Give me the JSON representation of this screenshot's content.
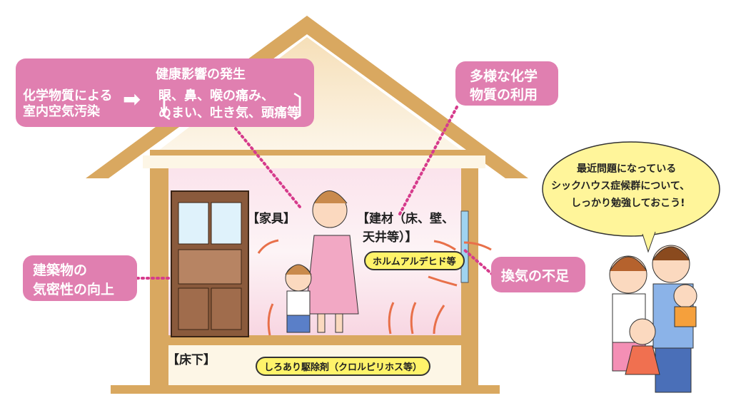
{
  "callouts": {
    "health": {
      "cause_line1": "化学物質による",
      "cause_line2": "室内空気汚染",
      "title": "健康影響の発生",
      "symptoms_line1": "眼、鼻、喉の痛み、",
      "symptoms_line2": "めまい、吐き気、頭痛等"
    },
    "chemicals": {
      "line1": "多様な化学",
      "line2": "物質の利用"
    },
    "airtight": {
      "line1": "建築物の",
      "line2": "気密性の向上"
    },
    "ventilation": {
      "text": "換気の不足"
    }
  },
  "speech_bubble": {
    "line1": "最近問題になっている",
    "line2": "シックハウス症候群について、",
    "line3": "しっかり勉強しておこう!"
  },
  "labels": {
    "furniture": "【家具】",
    "materials_line1": "【建材（床、壁、",
    "materials_line2": "天井等）】",
    "formaldehyde": "ホルムアルデヒド等",
    "underfloor": "【床下】",
    "termiticide": "しろあり駆除剤（クロルピリホス等）"
  },
  "colors": {
    "callout": "#e07fb0",
    "house": "#d9a860",
    "tag": "#fff36a",
    "arrow": "#e8704a"
  }
}
